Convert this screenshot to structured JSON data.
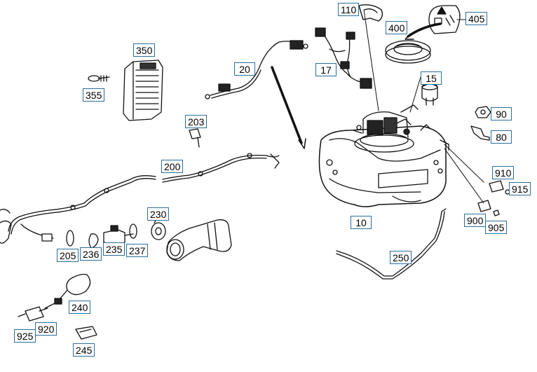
{
  "labels": {
    "p110": "110",
    "p400": "400",
    "p405": "405",
    "p350": "350",
    "p355": "355",
    "p20": "20",
    "p17": "17",
    "p15": "15",
    "p90": "90",
    "p80": "80",
    "p203": "203",
    "p200": "200",
    "p910": "910",
    "p915": "915",
    "p900": "900",
    "p905": "905",
    "p10": "10",
    "p230": "230",
    "p205": "205",
    "p236": "236",
    "p235": "235",
    "p237": "237",
    "p250": "250",
    "p240": "240",
    "p925": "925",
    "p920": "920",
    "p245": "245"
  },
  "colors": {
    "line": "#111111",
    "label_border": "#2a6f9e",
    "background": "#ffffff"
  }
}
